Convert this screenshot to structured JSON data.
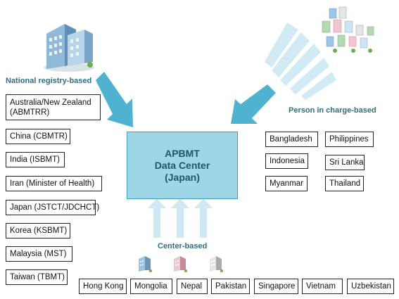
{
  "colors": {
    "accent": "#2f6e7f",
    "arrow": "#4fb3cf",
    "center_fill": "#9fd6e6",
    "light_arrow": "#cfe9f3"
  },
  "headings": {
    "national": "National registry-based",
    "person": "Person in charge-based",
    "center": "Center-based"
  },
  "data_center": {
    "line1": "APBMT",
    "line2": "Data Center",
    "line3": "(Japan)"
  },
  "national_registries": [
    "Australia/New Zealand (ABMTRR)",
    "China (CBMTR)",
    "India (ISBMT)",
    "Iran (Minister of Health)",
    "Japan (JSTCT/JDCHCT)",
    "Korea (KSBMT)",
    "Malaysia (MST)",
    "Taiwan (TBMT)"
  ],
  "person_in_charge": [
    "Bangladesh",
    "Philippines",
    "Indonesia",
    "Sri Lanka",
    "Myanmar",
    "Thailand"
  ],
  "center_based": [
    "Hong Kong",
    "Mongolia",
    "Nepal",
    "Pakistan",
    "Singapore",
    "Vietnam",
    "Uzbekistan"
  ],
  "icons": [
    "office-building-icon",
    "building-cluster-icon",
    "small-building-icon"
  ]
}
